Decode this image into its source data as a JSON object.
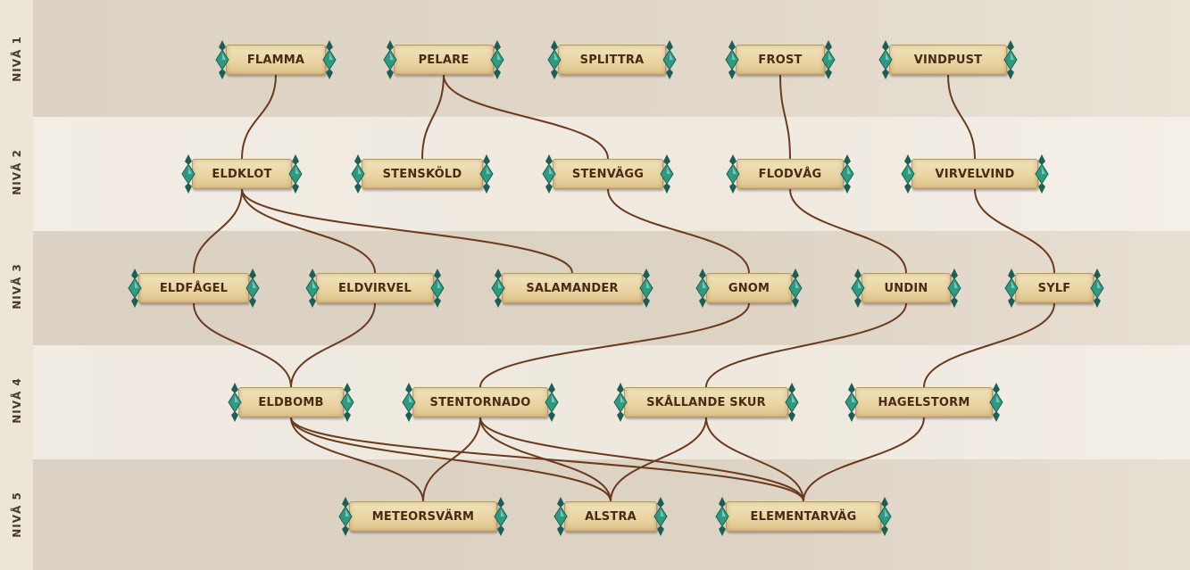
{
  "levels": [
    {
      "label": "NIVÅ 1"
    },
    {
      "label": "NIVÅ 2"
    },
    {
      "label": "NIVÅ 3"
    },
    {
      "label": "NIVÅ 4"
    },
    {
      "label": "NIVÅ 5"
    }
  ],
  "nodes": {
    "flamma": "FLAMMA",
    "pelare": "PELARE",
    "splittra": "SPLITTRA",
    "frost": "FROST",
    "vindpust": "VINDPUST",
    "eldklot": "ELDKLOT",
    "stenskold": "STENSKÖLD",
    "stenvagg": "STENVÄGG",
    "flodvag": "FLODVÅG",
    "virvelvind": "VIRVELVIND",
    "eldfagel": "ELDFÅGEL",
    "eldvirvel": "ELDVIRVEL",
    "salamander": "SALAMANDER",
    "gnom": "GNOM",
    "undin": "UNDIN",
    "sylf": "SYLF",
    "eldbomb": "ELDBOMB",
    "stentornado": "STENTORNADO",
    "skallande_skur": "SKÅLLANDE SKUR",
    "hagelstorm": "HAGELSTORM",
    "meteorsvarm": "METEORSVÄRM",
    "alstra": "ALSTRA",
    "elementarvag": "ELEMENTARVÄG"
  },
  "connections": [
    [
      "flamma",
      "eldklot"
    ],
    [
      "pelare",
      "stenskold"
    ],
    [
      "pelare",
      "stenvagg"
    ],
    [
      "frost",
      "flodvag"
    ],
    [
      "vindpust",
      "virvelvind"
    ],
    [
      "eldklot",
      "eldfagel"
    ],
    [
      "eldklot",
      "eldvirvel"
    ],
    [
      "eldklot",
      "salamander"
    ],
    [
      "stenvagg",
      "gnom"
    ],
    [
      "flodvag",
      "undin"
    ],
    [
      "virvelvind",
      "sylf"
    ],
    [
      "eldfagel",
      "eldbomb"
    ],
    [
      "eldvirvel",
      "eldbomb"
    ],
    [
      "gnom",
      "stentornado"
    ],
    [
      "undin",
      "skallande_skur"
    ],
    [
      "sylf",
      "hagelstorm"
    ],
    [
      "eldbomb",
      "meteorsvarm"
    ],
    [
      "eldbomb",
      "alstra"
    ],
    [
      "eldbomb",
      "elementarvag"
    ],
    [
      "stentornado",
      "meteorsvarm"
    ],
    [
      "stentornado",
      "alstra"
    ],
    [
      "stentornado",
      "elementarvag"
    ],
    [
      "skallande_skur",
      "alstra"
    ],
    [
      "skallande_skur",
      "elementarvag"
    ],
    [
      "hagelstorm",
      "elementarvag"
    ]
  ],
  "colors": {
    "connector": "#6b3a1c",
    "gem": "#2e9a82",
    "gem_dark": "#1d5f52",
    "gem_light": "#7fd8bf",
    "scroll": "#ead5a2",
    "text": "#4a2a14"
  }
}
